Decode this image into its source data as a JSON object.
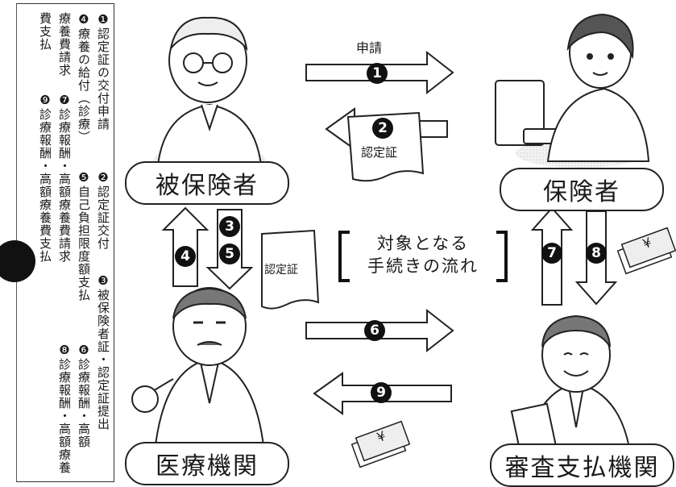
{
  "legend": {
    "columns": [
      "❶認定証の交付申請",
      "❷認定証交付",
      "❸被保険者証・認定証提出",
      "❹療養の給付（診療）",
      "❺自己負担限度額支払",
      "❻診療報酬・高額",
      "療養費請求",
      "❼診療報酬・高額療養費請求",
      "❽診療報酬・高額療養",
      "費支払",
      "❾診療報酬・高額療養費支払"
    ]
  },
  "actors": {
    "insured": "被保険者",
    "insurer": "保険者",
    "medical": "医療機関",
    "review": "審査支払機関"
  },
  "arrows": {
    "request_label": "申請",
    "doc1_label": "認定証",
    "doc2_label": "認定証",
    "numbers": [
      "1",
      "2",
      "3",
      "4",
      "5",
      "6",
      "7",
      "8",
      "9"
    ]
  },
  "title": {
    "line1": "対象となる",
    "line2": "手続きの流れ"
  },
  "yen_symbol": "¥"
}
